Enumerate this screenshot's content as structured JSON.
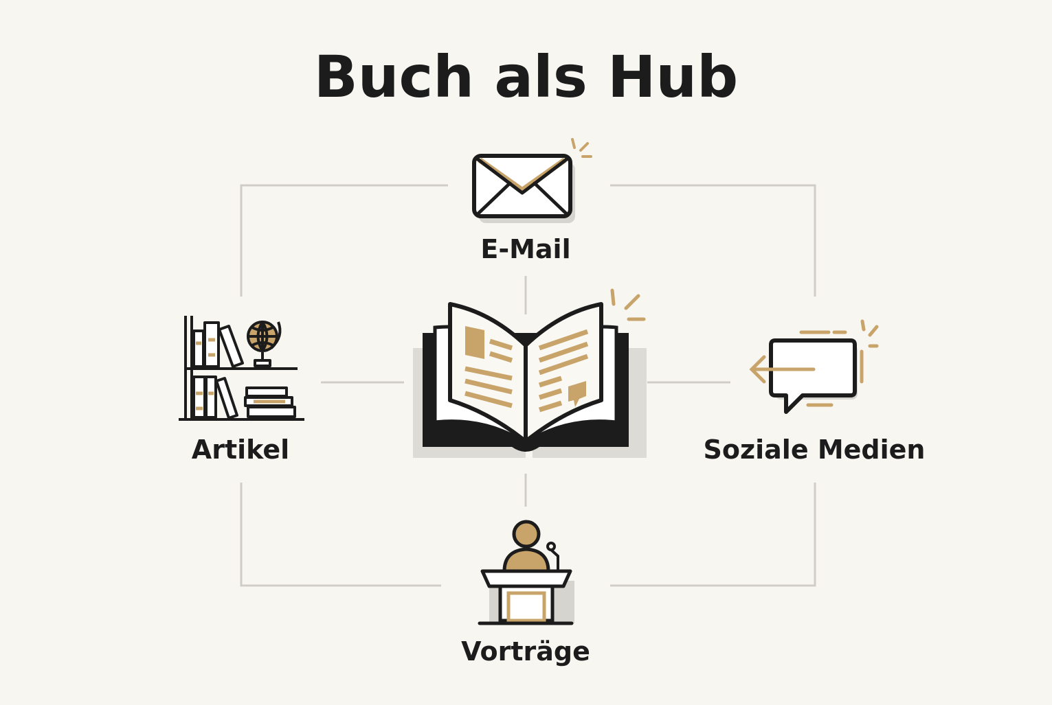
{
  "diagram": {
    "title": "Buch als Hub",
    "hub": {
      "icon": "open-book-icon"
    },
    "nodes": [
      {
        "id": "email",
        "label": "E-Mail",
        "icon": "envelope-icon"
      },
      {
        "id": "artikel",
        "label": "Artikel",
        "icon": "bookshelf-icon"
      },
      {
        "id": "social",
        "label": "Soziale Medien",
        "icon": "speech-bubble-icon"
      },
      {
        "id": "vortrag",
        "label": "Vorträge",
        "icon": "podium-speaker-icon"
      }
    ]
  },
  "colors": {
    "background": "#f7f6f1",
    "ink": "#1c1c1c",
    "accent": "#c8a46a",
    "connector": "#cfcdc6",
    "shadow": "#d6d4ce"
  }
}
